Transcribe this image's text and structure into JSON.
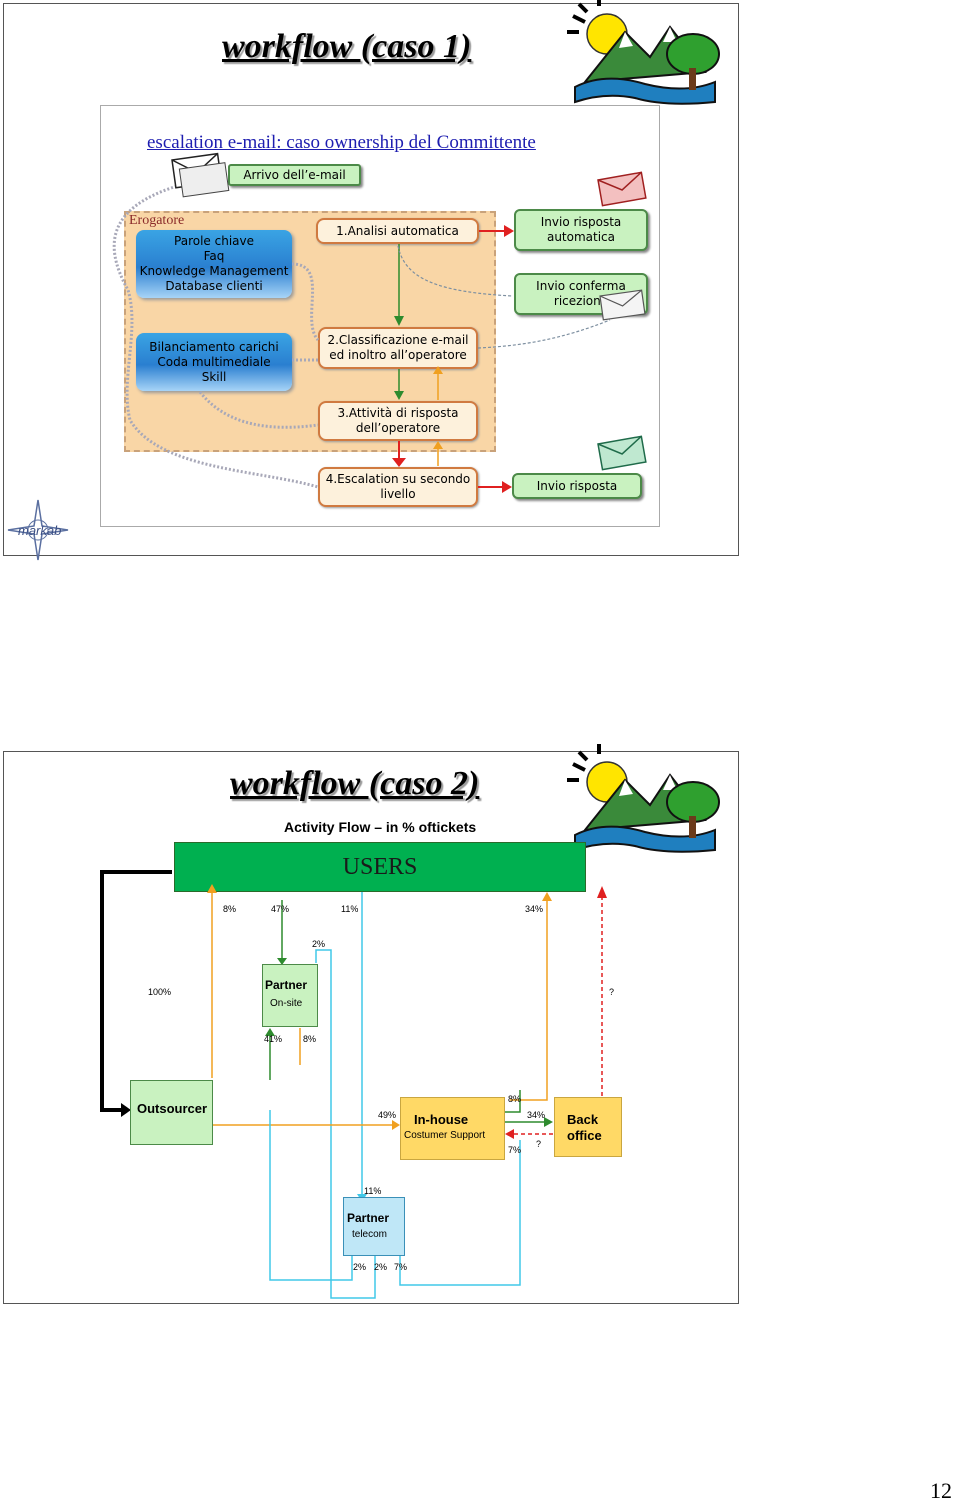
{
  "slide1": {
    "title": "workflow (caso 1)",
    "subtitle": "escalation e-mail: caso ownership del Committente",
    "arrival_label": "Arrivo dell’e-mail",
    "provider_label": "Erogatore",
    "resources_top": [
      "Parole chiave",
      "Faq",
      "Knowledge Management",
      "Database clienti"
    ],
    "resources_bottom": [
      "Bilanciamento carichi",
      "Coda multimediale",
      "Skill"
    ],
    "steps": {
      "step1": "1.Analisi automatica",
      "step2": "2.Classificazione e-mail ed inoltro all’operatore",
      "step3": "3.Attività di risposta dell’operatore",
      "step4": "4.Escalation su secondo livello"
    },
    "outputs": {
      "auto_reply": "Invio risposta automatica",
      "receipt": "Invio conferma ricezione",
      "reply": "Invio risposta"
    },
    "logo_text": "markab"
  },
  "slide2": {
    "title": "workflow (caso 2)",
    "subtitle": "Activity Flow – in % oftickets",
    "users_label": "USERS",
    "partner_onsite": {
      "title": "Partner",
      "sub": "On-site"
    },
    "outsourcer": "Outsourcer",
    "inhouse": {
      "title": "In-house",
      "sub": "Costumer Support"
    },
    "back_office": {
      "line1": "Back",
      "line2": "office"
    },
    "partner_telecom": {
      "title": "Partner",
      "sub": "telecom"
    },
    "percentages": {
      "users_8": "8%",
      "users_47": "47%",
      "users_11": "11%",
      "users_34": "34%",
      "onsite_2": "2%",
      "total_100": "100%",
      "unknown_right": "?",
      "onsite_41": "41%",
      "onsite_8": "8%",
      "inhouse_49": "49%",
      "inhouse_8": "8%",
      "inhouse_34": "34%",
      "inhouse_7": "7%",
      "inhouse_q": "?",
      "telecom_11": "11%",
      "telecom_2a": "2%",
      "telecom_2b": "2%",
      "telecom_7": "7%"
    }
  },
  "page_number": "12",
  "colors": {
    "users_band": "#00b050",
    "yellow_box": "#ffd966",
    "green_box": "#c9f2c0",
    "blue_box": "#2a7fd0",
    "orange_border": "#d07a40",
    "panel_bg": "#f9d6a6",
    "arrow_green": "#2e8b2e",
    "arrow_red": "#e02020",
    "arrow_orange": "#f0a020",
    "arrow_cyan": "#40c8e8"
  }
}
